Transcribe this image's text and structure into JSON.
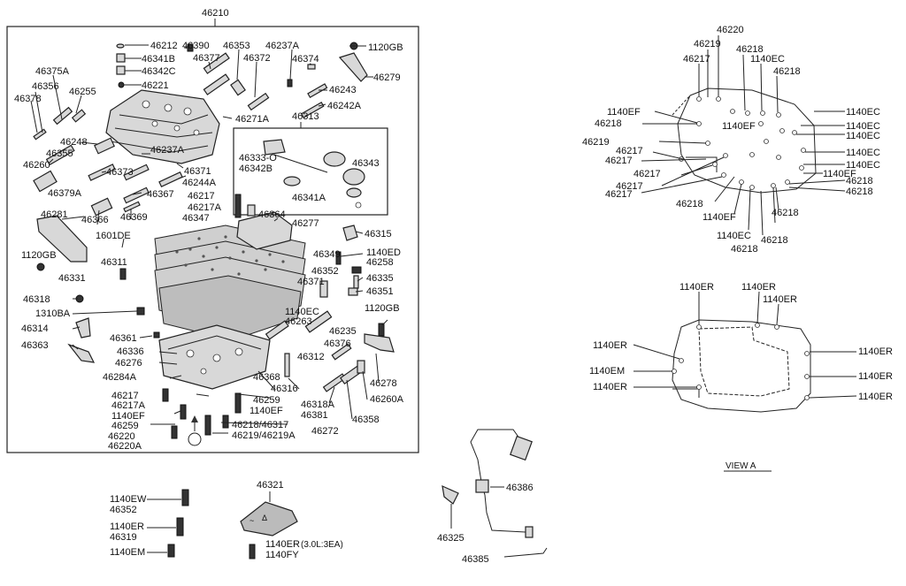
{
  "main_assembly": {
    "number": "46210",
    "parts": [
      {
        "id": "46212",
        "label": "46212"
      },
      {
        "id": "46390",
        "label": "46390"
      },
      {
        "id": "46353",
        "label": "46353"
      },
      {
        "id": "46237A_top",
        "label": "46237A"
      },
      {
        "id": "1120GB_top",
        "label": "1120GB"
      },
      {
        "id": "46341B",
        "label": "46341B"
      },
      {
        "id": "46377",
        "label": "46377"
      },
      {
        "id": "46372",
        "label": "46372"
      },
      {
        "id": "46374",
        "label": "46374"
      },
      {
        "id": "46342C",
        "label": "46342C"
      },
      {
        "id": "46279",
        "label": "46279"
      },
      {
        "id": "46375A",
        "label": "46375A"
      },
      {
        "id": "46221",
        "label": "46221"
      },
      {
        "id": "46356",
        "label": "46356"
      },
      {
        "id": "46243",
        "label": "46243"
      },
      {
        "id": "46255",
        "label": "46255"
      },
      {
        "id": "46378",
        "label": "46378"
      },
      {
        "id": "46242A",
        "label": "46242A"
      },
      {
        "id": "46271A",
        "label": "46271A"
      },
      {
        "id": "46313",
        "label": "46313"
      },
      {
        "id": "46248",
        "label": "46248"
      },
      {
        "id": "46355",
        "label": "46355"
      },
      {
        "id": "46237A_mid",
        "label": "46237A"
      },
      {
        "id": "46333",
        "label": "46333-O"
      },
      {
        "id": "46343",
        "label": "46343"
      },
      {
        "id": "46342B",
        "label": "46342B"
      },
      {
        "id": "46260",
        "label": "46260"
      },
      {
        "id": "46373",
        "label": "46373"
      },
      {
        "id": "46371_top",
        "label": "46371"
      },
      {
        "id": "46244A",
        "label": "46244A"
      },
      {
        "id": "46379A",
        "label": "46379A"
      },
      {
        "id": "46367",
        "label": "46367"
      },
      {
        "id": "46341A",
        "label": "46341A"
      },
      {
        "id": "46217_top",
        "label": "46217"
      },
      {
        "id": "46217A_top",
        "label": "46217A"
      },
      {
        "id": "46364",
        "label": "46364"
      },
      {
        "id": "46366",
        "label": "46366"
      },
      {
        "id": "46369",
        "label": "46369"
      },
      {
        "id": "46347",
        "label": "46347"
      },
      {
        "id": "46277",
        "label": "46277"
      },
      {
        "id": "46281",
        "label": "46281"
      },
      {
        "id": "1601DE",
        "label": "1601DE"
      },
      {
        "id": "46315",
        "label": "46315"
      },
      {
        "id": "46349",
        "label": "46349"
      },
      {
        "id": "1140ED",
        "label": "1140ED"
      },
      {
        "id": "46258",
        "label": "46258"
      },
      {
        "id": "1120GB_left",
        "label": "1120GB"
      },
      {
        "id": "46311",
        "label": "46311"
      },
      {
        "id": "46352_main",
        "label": "46352"
      },
      {
        "id": "46331",
        "label": "46331"
      },
      {
        "id": "46335",
        "label": "46335"
      },
      {
        "id": "46371_mid",
        "label": "46371"
      },
      {
        "id": "46351",
        "label": "46351"
      },
      {
        "id": "46318",
        "label": "46318"
      },
      {
        "id": "1310BA",
        "label": "1310BA"
      },
      {
        "id": "1140EC_main",
        "label": "1140EC"
      },
      {
        "id": "1120GB_right",
        "label": "1120GB"
      },
      {
        "id": "46263",
        "label": "46263"
      },
      {
        "id": "46314",
        "label": "46314"
      },
      {
        "id": "46235",
        "label": "46235"
      },
      {
        "id": "46363",
        "label": "46363"
      },
      {
        "id": "46361",
        "label": "46361"
      },
      {
        "id": "46376",
        "label": "46376"
      },
      {
        "id": "46336",
        "label": "46336"
      },
      {
        "id": "46312",
        "label": "46312"
      },
      {
        "id": "46276",
        "label": "46276"
      },
      {
        "id": "46278",
        "label": "46278"
      },
      {
        "id": "46284A",
        "label": "46284A"
      },
      {
        "id": "46368",
        "label": "46368"
      },
      {
        "id": "46316",
        "label": "46316"
      },
      {
        "id": "46260A",
        "label": "46260A"
      },
      {
        "id": "46217_bot",
        "label": "46217"
      },
      {
        "id": "46217A_bot",
        "label": "46217A"
      },
      {
        "id": "46259_a",
        "label": "46259"
      },
      {
        "id": "46318A",
        "label": "46318A"
      },
      {
        "id": "1140EF_main",
        "label": "1140EF"
      },
      {
        "id": "46381",
        "label": "46381"
      },
      {
        "id": "1140EF_left",
        "label": "1140EF"
      },
      {
        "id": "46317",
        "label": "46218/46317"
      },
      {
        "id": "46358",
        "label": "46358"
      },
      {
        "id": "46259_b",
        "label": "46259"
      },
      {
        "id": "46272",
        "label": "46272"
      },
      {
        "id": "46220_main",
        "label": "46220"
      },
      {
        "id": "46220A",
        "label": "46220A"
      },
      {
        "id": "46219",
        "label": "46219/46219A"
      },
      {
        "id": "view_marker",
        "label": "A"
      }
    ]
  },
  "loose_parts": {
    "bolts": [
      {
        "label": "1140EW"
      },
      {
        "label": "46352"
      },
      {
        "label": "1140ER"
      },
      {
        "label": "46319"
      },
      {
        "label": "1140EM"
      }
    ],
    "cover": {
      "number": "46321",
      "note_a": "1140ER",
      "note_a_extra": "(3.0L:3EA)",
      "note_b": "1140FY"
    },
    "harness": {
      "connector": "46386",
      "clip": "46325",
      "sensor": "46385"
    }
  },
  "bolt_diagram_top": {
    "labels": [
      {
        "t": "46220"
      },
      {
        "t": "46219"
      },
      {
        "t": "46218"
      },
      {
        "t": "46217"
      },
      {
        "t": "1140EC"
      },
      {
        "t": "46218"
      },
      {
        "t": "1140EF"
      },
      {
        "t": "46218"
      },
      {
        "t": "1140EC"
      },
      {
        "t": "1140EF"
      },
      {
        "t": "1140EC"
      },
      {
        "t": "46219"
      },
      {
        "t": "1140EC"
      },
      {
        "t": "46217"
      },
      {
        "t": "46217"
      },
      {
        "t": "1140EC"
      },
      {
        "t": "1140EC"
      },
      {
        "t": "46217"
      },
      {
        "t": "1140EF"
      },
      {
        "t": "46217"
      },
      {
        "t": "46218"
      },
      {
        "t": "46217"
      },
      {
        "t": "46218"
      },
      {
        "t": "46218"
      },
      {
        "t": "1140EF"
      },
      {
        "t": "46218"
      },
      {
        "t": "1140EC"
      },
      {
        "t": "46218"
      },
      {
        "t": "46218"
      }
    ]
  },
  "bolt_diagram_view_a": {
    "labels": [
      {
        "t": "1140ER"
      },
      {
        "t": "1140ER"
      },
      {
        "t": "1140ER"
      },
      {
        "t": "1140ER"
      },
      {
        "t": "1140ER"
      },
      {
        "t": "1140EM"
      },
      {
        "t": "1140ER"
      },
      {
        "t": "1140ER"
      },
      {
        "t": "1140ER"
      }
    ],
    "caption": "VIEW  A"
  }
}
